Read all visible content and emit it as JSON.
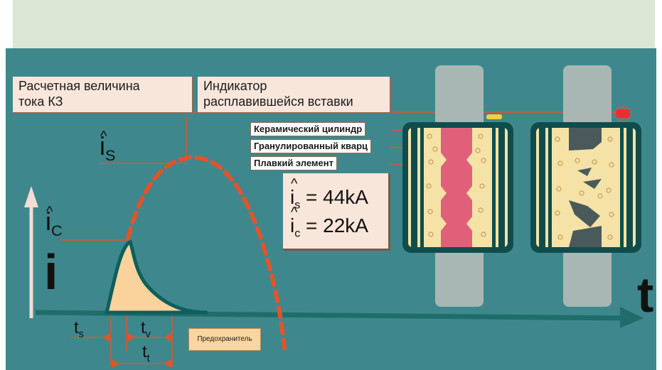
{
  "labels": {
    "calc_current_line1": "Расчетная величина",
    "calc_current_line2": "тока КЗ",
    "indicator_line1": "Индикатор",
    "indicator_line2": "расплавившейся вставки",
    "ceramic": "Керамический цилиндр",
    "quartz": "Гранулированный кварц",
    "fuse_element": "Плавкий элемент",
    "fuse_tag": "Предохранитель"
  },
  "formula": {
    "is_sym": "i",
    "is_sub": "s",
    "is_value": " = 44kA",
    "ic_sym": "i",
    "ic_sub": "c",
    "ic_value": " = 22kA"
  },
  "axes": {
    "y_label": "i",
    "x_label": "t",
    "is_peak_sym": "i",
    "is_peak_sub": "S",
    "ic_peak_sym": "i",
    "ic_peak_sub": "C",
    "ts": "t",
    "ts_sub": "s",
    "tv": "t",
    "tv_sub": "v",
    "tt": "t",
    "tt_sub": "t"
  },
  "colors": {
    "panel": "#3e888d",
    "curve_dash": "#e2532a",
    "fill_pulse": "#f9d39b",
    "fuse_body": "#0f4d4d",
    "quartz": "#f5e2a6",
    "element": "#e0607a",
    "cap": "#a9b7b4",
    "indicator_on": "#e6232a",
    "indicator_off": "#f3d23a"
  }
}
